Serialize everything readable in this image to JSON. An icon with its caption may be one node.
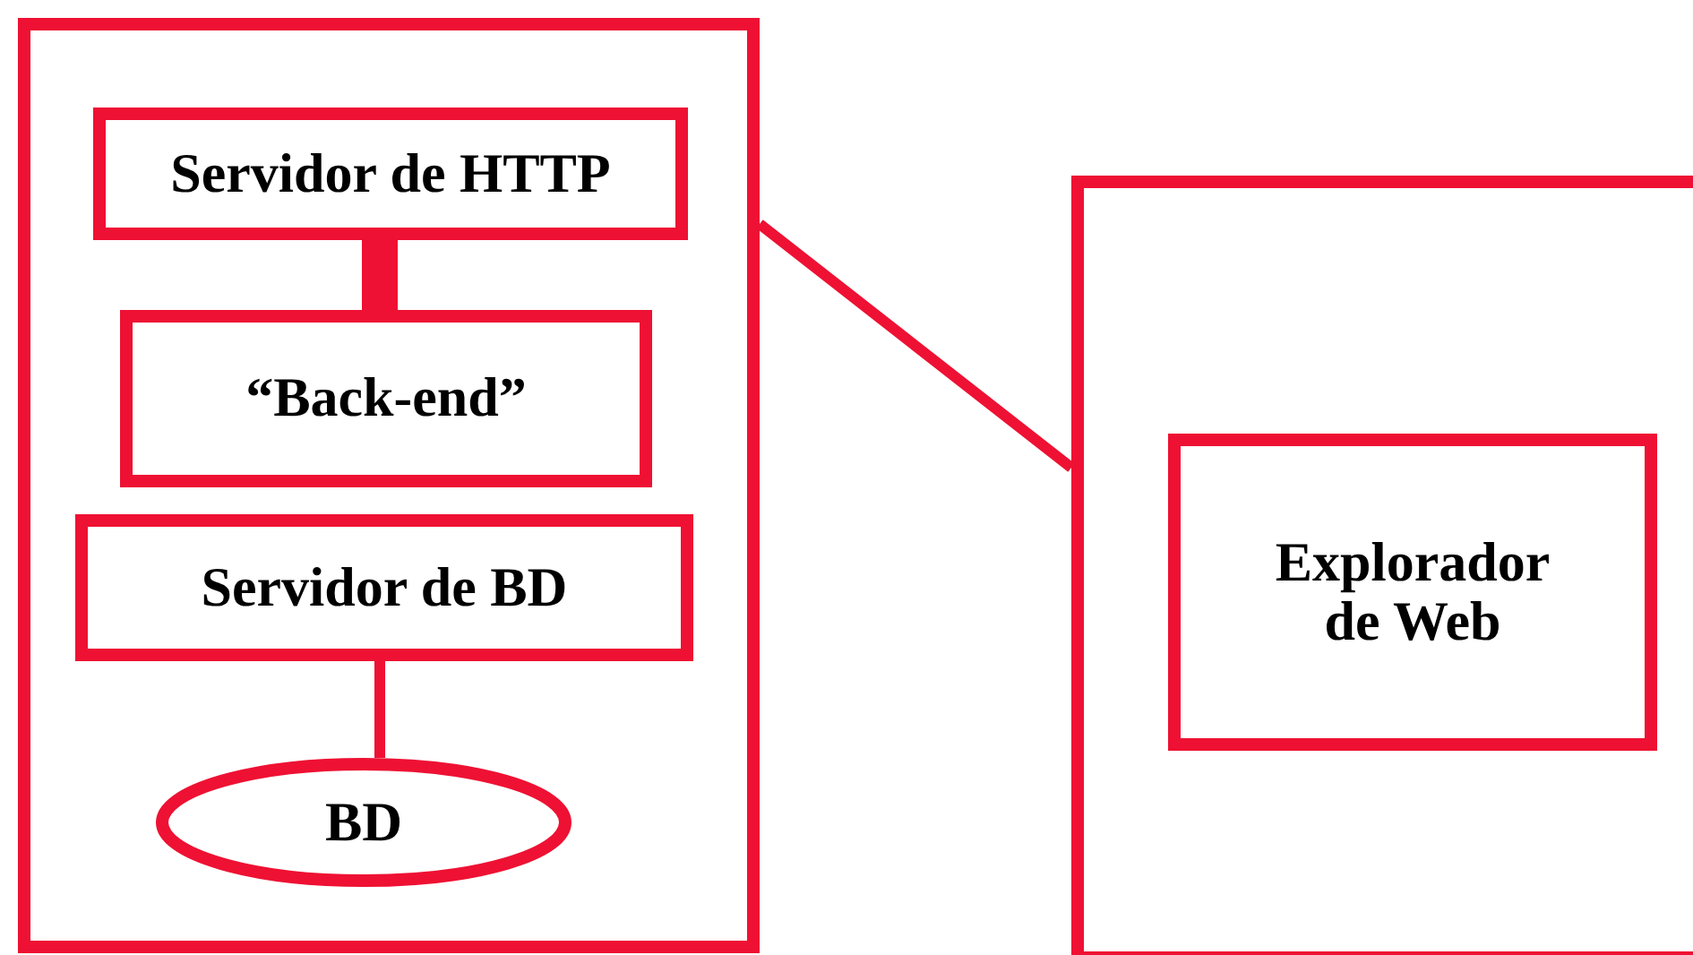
{
  "diagram": {
    "nodes": [
      {
        "text": [],
        "shape": "box"
      },
      {
        "text": [
          "Servidor de HTTP"
        ],
        "in": 0
      },
      {
        "text": [
          "“Back-end”"
        ],
        "in": 0
      },
      {
        "text": [
          "Servidor de BD"
        ],
        "in": 0
      },
      {
        "text": [
          "BD"
        ],
        "in": 0
      },
      {
        "text": [],
        "shape": "box"
      },
      {
        "text": [
          "Explorador de Web"
        ],
        "in": 5
      }
    ],
    "edges": [
      {
        "from": 1,
        "to": 2,
        "arrow": "none",
        "style": "thick"
      },
      {
        "from": 3,
        "to": 4,
        "arrow": "none"
      },
      {
        "from": 0,
        "to": 5,
        "arrow": "none"
      }
    ]
  }
}
